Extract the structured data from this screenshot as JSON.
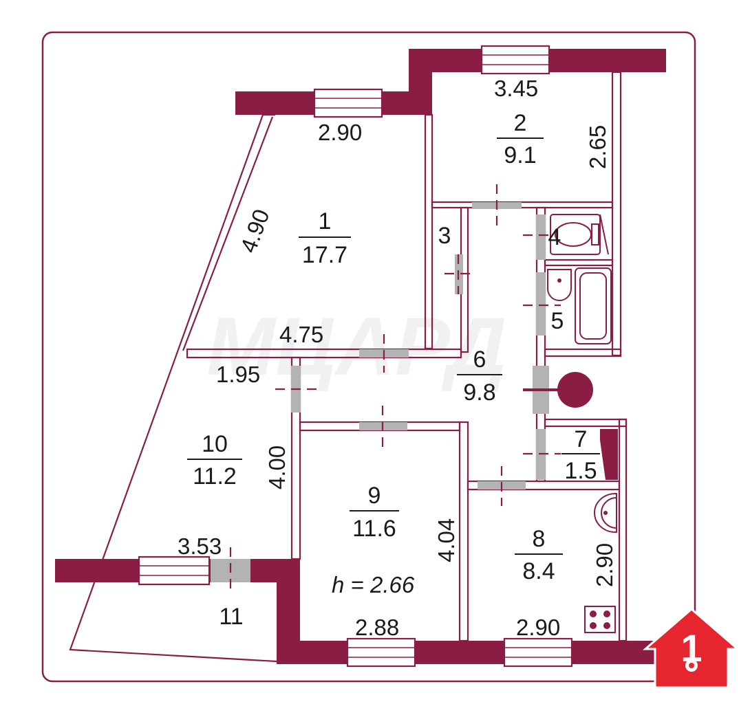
{
  "plan": {
    "watermark": "МЦАРД",
    "height_label": "h = 2.66",
    "rooms": [
      {
        "id": "1",
        "area": "17.7"
      },
      {
        "id": "2",
        "area": "9.1"
      },
      {
        "id": "3",
        "area": ""
      },
      {
        "id": "4",
        "area": ""
      },
      {
        "id": "5",
        "area": ""
      },
      {
        "id": "6",
        "area": "9.8"
      },
      {
        "id": "7",
        "area": "1.5"
      },
      {
        "id": "8",
        "area": "8.4"
      },
      {
        "id": "9",
        "area": "11.6"
      },
      {
        "id": "10",
        "area": "11.2"
      },
      {
        "id": "11",
        "area": ""
      }
    ],
    "dimensions": {
      "room2_top": "3.45",
      "room2_side": "2.65",
      "room1_top": "2.90",
      "room1_diag": "4.90",
      "room1_bottom": "4.75",
      "hall_left": "1.95",
      "room10_side": "4.00",
      "balcony_top": "3.53",
      "room9_side": "4.04",
      "room9_bottom": "2.88",
      "room8_side": "2.90",
      "room8_bottom": "2.90"
    },
    "colors": {
      "wall": "#8b1c44",
      "door": "#b3b3b3",
      "logo": "#e6262e"
    },
    "logo_text": "1"
  }
}
